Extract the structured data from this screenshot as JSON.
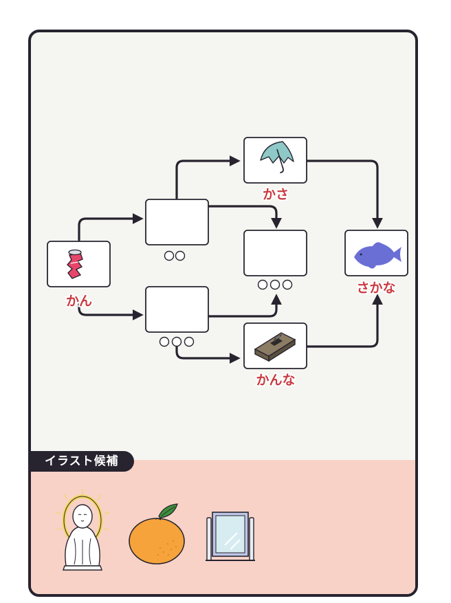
{
  "board": {
    "nodes": [
      {
        "id": "kan",
        "label": "かん",
        "picture": "crushed-can-icon",
        "slots": 0
      },
      {
        "id": "blank-upper",
        "label": "",
        "picture": "",
        "slots": 2
      },
      {
        "id": "blank-lower",
        "label": "",
        "picture": "",
        "slots": 3
      },
      {
        "id": "kasa",
        "label": "かさ",
        "picture": "umbrella-icon",
        "slots": 0
      },
      {
        "id": "blank-middle",
        "label": "",
        "picture": "",
        "slots": 3
      },
      {
        "id": "kanna",
        "label": "かんな",
        "picture": "wood-plane-icon",
        "slots": 0
      },
      {
        "id": "sakana",
        "label": "さかな",
        "picture": "fish-icon",
        "slots": 0
      }
    ]
  },
  "tray": {
    "title": "イラスト候補",
    "candidates": [
      {
        "picture": "jizo-statue-icon"
      },
      {
        "picture": "mandarin-orange-icon"
      },
      {
        "picture": "mirror-icon"
      }
    ]
  },
  "colors": {
    "ink": "#27232f",
    "board_bg": "#f5f5f1",
    "tray_bg": "#f8d2c7",
    "word": "#c93a3f",
    "fish": "#6a6fd6",
    "umbrella": "#8ec9c8",
    "orange": "#f5a33a"
  }
}
